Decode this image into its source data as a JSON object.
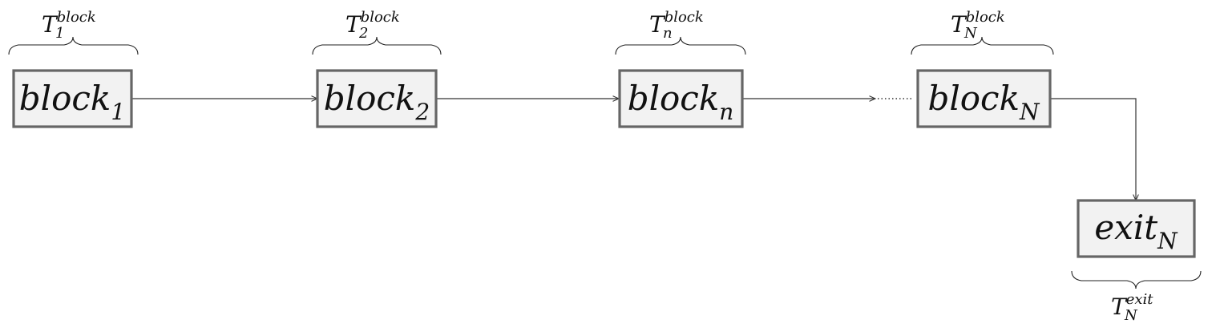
{
  "nodes": [
    {
      "id": "block1",
      "base": "block",
      "sub": "1"
    },
    {
      "id": "block2",
      "base": "block",
      "sub": "2"
    },
    {
      "id": "blockn",
      "base": "block",
      "sub": "n"
    },
    {
      "id": "blockN",
      "base": "block",
      "sub": "N"
    },
    {
      "id": "exitN",
      "base": "exit",
      "sub": "N"
    }
  ],
  "brace_labels": [
    {
      "for": "block1",
      "base": "T",
      "sub": "1",
      "sup": "block"
    },
    {
      "for": "block2",
      "base": "T",
      "sub": "2",
      "sup": "block"
    },
    {
      "for": "blockn",
      "base": "T",
      "sub": "n",
      "sup": "block"
    },
    {
      "for": "blockN",
      "base": "T",
      "sub": "N",
      "sup": "block"
    },
    {
      "for": "exitN",
      "base": "T",
      "sub": "N",
      "sup": "exit"
    }
  ],
  "edges": [
    {
      "from": "block1",
      "to": "block2",
      "style": "solid"
    },
    {
      "from": "block2",
      "to": "blockn",
      "style": "solid"
    },
    {
      "from": "blockn",
      "to": "blockN",
      "style": "dotted-gap"
    },
    {
      "from": "blockN",
      "to": "exitN",
      "style": "elbow"
    }
  ],
  "colors": {
    "box_fill": "#f2f2f2",
    "box_stroke": "#666666",
    "line": "#333333",
    "text": "#111111"
  }
}
